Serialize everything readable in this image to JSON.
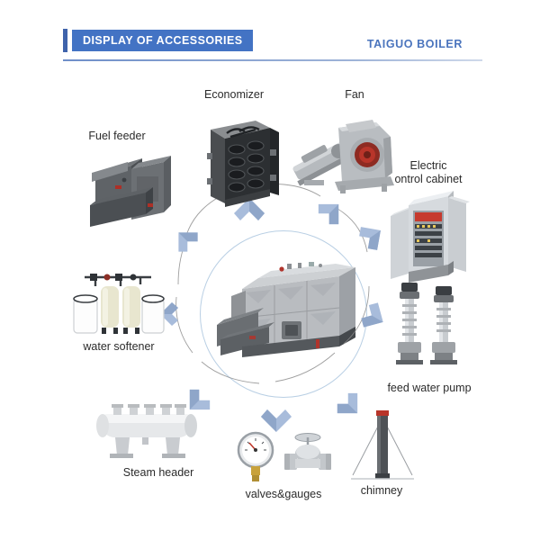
{
  "header": {
    "badge_label": "DISPLAY OF ACCESSORIES",
    "brand_label": "TAIGUO BOILER",
    "accent_color": "#3f63ab",
    "badge_color": "#4373c4",
    "brand_color": "#4a74bd",
    "rule_color": "#7e9bce"
  },
  "diagram": {
    "center": {
      "name": "boiler",
      "circle_border_color": "#b9cfe4"
    },
    "arrow_color": "#9ab0d4",
    "nodes": [
      {
        "id": "fuel-feeder",
        "label": "Fuel feeder"
      },
      {
        "id": "economizer",
        "label": "Economizer"
      },
      {
        "id": "fan",
        "label": "Fan"
      },
      {
        "id": "electric-control-cabinet",
        "label": "Electric\nontrol cabinet"
      },
      {
        "id": "feed-water-pump",
        "label": "feed water pump"
      },
      {
        "id": "chimney",
        "label": "chimney"
      },
      {
        "id": "valves-gauges",
        "label": "valves&gauges"
      },
      {
        "id": "steam-header",
        "label": "Steam header"
      },
      {
        "id": "water-softener",
        "label": "water softener"
      }
    ]
  }
}
